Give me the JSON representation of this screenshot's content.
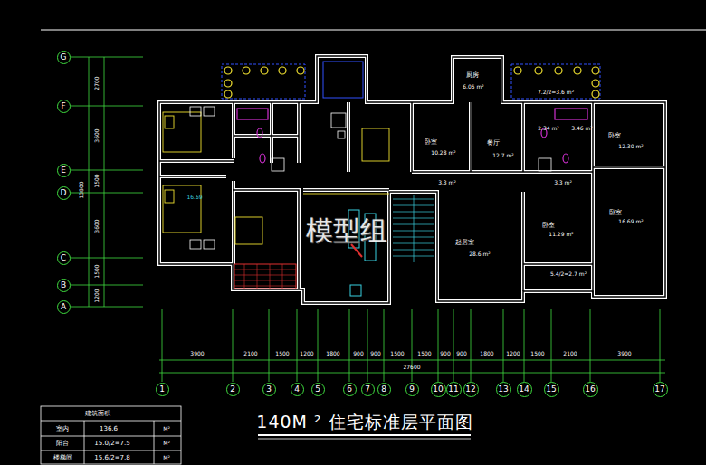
{
  "diagram": {
    "title": "140M ² 住宅标准层平面图",
    "nodes": [
      {
        "text": [
          "G"
        ]
      },
      {
        "text": [
          "F"
        ]
      },
      {
        "text": [
          "E"
        ]
      },
      {
        "text": [
          "D"
        ]
      },
      {
        "text": [
          "C"
        ]
      },
      {
        "text": [
          "B"
        ]
      },
      {
        "text": [
          "A"
        ]
      },
      {
        "text": [
          "1"
        ]
      },
      {
        "text": [
          "2"
        ]
      },
      {
        "text": [
          "3"
        ]
      },
      {
        "text": [
          "4"
        ]
      },
      {
        "text": [
          "5"
        ]
      },
      {
        "text": [
          "6"
        ]
      },
      {
        "text": [
          "7"
        ]
      },
      {
        "text": [
          "8"
        ]
      },
      {
        "text": [
          "9"
        ]
      },
      {
        "text": [
          "10"
        ]
      },
      {
        "text": [
          "11"
        ]
      },
      {
        "text": [
          "12"
        ]
      },
      {
        "text": [
          "13"
        ]
      },
      {
        "text": [
          "14"
        ]
      },
      {
        "text": [
          "15"
        ]
      },
      {
        "text": [
          "16"
        ]
      },
      {
        "text": [
          "17"
        ]
      }
    ],
    "labels": [
      "2700",
      "3600",
      "1500",
      "3600",
      "1500",
      "1200",
      "13800",
      "3900",
      "2100",
      "1500",
      "1200",
      "1800",
      "900",
      "900",
      "1500",
      "1500",
      "900",
      "900",
      "1800",
      "1200",
      "1500",
      "2100",
      "3900",
      "27600",
      "厨房",
      "6.05 m²",
      "7.2/2=3.6 m²",
      "卧室",
      "10.28 m²",
      "餐厅",
      "12.7 m²",
      "2.34 m²",
      "3.46 m²",
      "卧室",
      "12.30 m²",
      "3.3 m²",
      "3.3 m²",
      "起居室",
      "28.6 m²",
      "卧室",
      "11.29 m²",
      "卧室",
      "16.69 m²",
      "5.4/2=2.7 m²",
      "16.69",
      "模型组",
      "建筑面积",
      "室内",
      "136.6",
      "M²",
      "阳台",
      "15.0/2=7.5",
      "M²",
      "楼梯间",
      "15.6/2=7.8",
      "M²"
    ]
  }
}
